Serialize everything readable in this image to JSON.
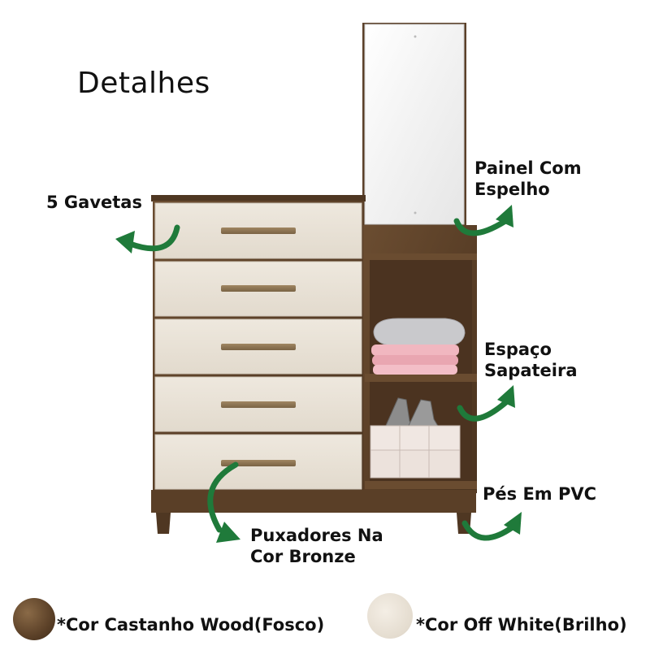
{
  "title": "Detalhes",
  "labels": {
    "gavetas": "5 Gavetas",
    "painel_line1": "Painel Com",
    "painel_line2": "Espelho",
    "espaco_line1": "Espaço",
    "espaco_line2": "Sapateira",
    "pes": "Pés Em PVC",
    "puxadores_line1": "Puxadores Na",
    "puxadores_line2": "Cor Bronze"
  },
  "colors": {
    "wood": "#5c4128",
    "off_white": "#e8e1d5",
    "arrow": "#1f7a3a",
    "handle": "#8c7350"
  },
  "footer": {
    "wood_label": "*Cor Castanho Wood(Fosco)",
    "white_label": "*Cor Off White(Brilho)"
  }
}
